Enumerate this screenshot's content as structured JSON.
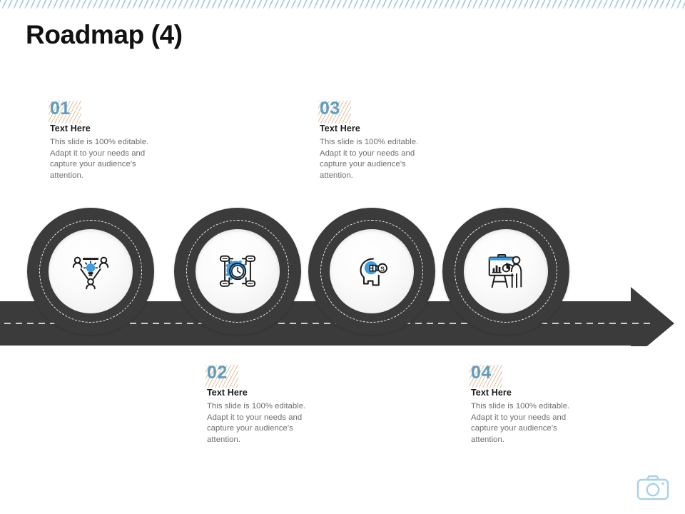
{
  "slide": {
    "title": "Roadmap (4)",
    "background_color": "#ffffff",
    "accent_color": "#4c9ed0",
    "road_color": "#3b3b3b",
    "top_stripe_color": "#9cc3d8"
  },
  "steps": [
    {
      "number": "01",
      "heading": "Text Here",
      "body": "This slide is 100% editable. Adapt it to your needs and capture your audience's attention.",
      "position": "top",
      "icon": "people-lightbulb-idea-icon"
    },
    {
      "number": "02",
      "heading": "Text Here",
      "body": "This slide is 100% editable. Adapt it to your needs and capture your audience's attention.",
      "position": "bottom",
      "icon": "gear-clock-network-icon"
    },
    {
      "number": "03",
      "heading": "Text Here",
      "body": "This slide is 100% editable. Adapt it to your needs and capture your audience's attention.",
      "position": "top",
      "icon": "head-brain-money-icon"
    },
    {
      "number": "04",
      "heading": "Text Here",
      "body": "This slide is 100% editable. Adapt it to your needs and capture your audience's attention.",
      "position": "bottom",
      "icon": "presentation-chart-person-icon"
    }
  ],
  "watermark": {
    "icon": "camera-icon",
    "color": "#a8d1e8"
  }
}
